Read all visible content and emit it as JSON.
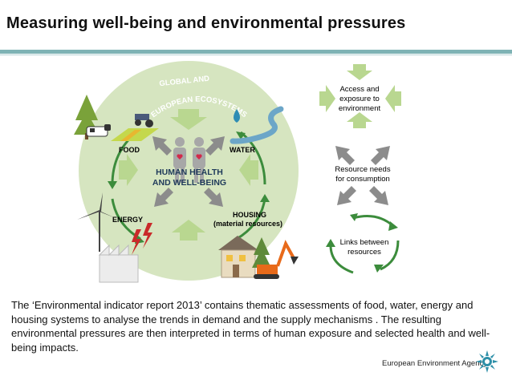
{
  "page": {
    "title": "Measuring well-being and environmental pressures",
    "description": "The ‘Environmental indicator report 2013’ contains thematic assessments of food, water, energy and housing  systems to analyse the trends in demand and the supply mechanisms . The resulting environmental pressures are then interpreted in terms of human exposure and selected health and well-being impacts.",
    "agency": "European Environment Agency"
  },
  "diagram": {
    "ecosystems_label_line1": "GLOBAL AND",
    "ecosystems_label_line2": "EUROPEAN ECOSYSTEMS",
    "center_line1": "HUMAN HEALTH",
    "center_line2": "AND WELL-BEING",
    "food": "FOOD",
    "water": "WATER",
    "energy": "ENERGY",
    "housing_line1": "HOUSING",
    "housing_line2": "(material resources)"
  },
  "legend": {
    "access_line1": "Access and",
    "access_line2": "exposure to",
    "access_line3": "environment",
    "resource_line1": "Resource needs",
    "resource_line2": "for consumption",
    "links_line1": "Links between",
    "links_line2": "resources"
  },
  "colors": {
    "circle_fill": "#d6e5c0",
    "arrow_light": "#b9d790",
    "arrow_grey": "#8c8c8c",
    "arrow_green": "#3c8c3c",
    "accent_rule": "#7fb3b5",
    "text_navy": "#1f3a5a"
  }
}
